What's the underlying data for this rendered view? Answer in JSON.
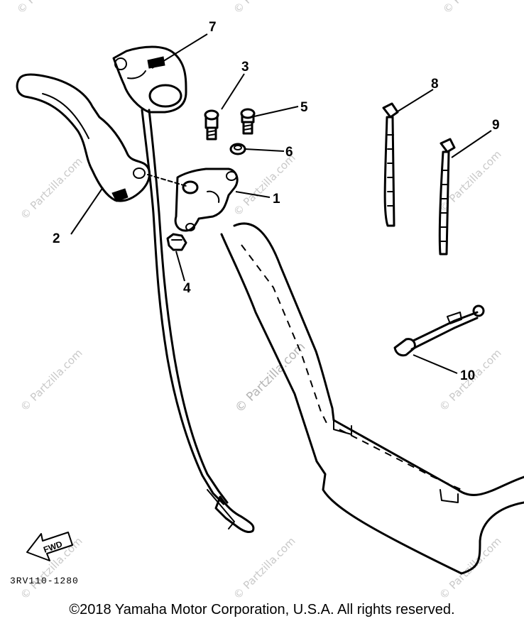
{
  "callouts": [
    "1",
    "2",
    "3",
    "4",
    "5",
    "6",
    "7",
    "8",
    "9",
    "10"
  ],
  "watermark": "© Partzilla.com",
  "diagram_code": "3RV110-1280",
  "fwd_label": "FWD",
  "copyright": "©2018 Yamaha Motor Corporation, U.S.A. All rights reserved."
}
